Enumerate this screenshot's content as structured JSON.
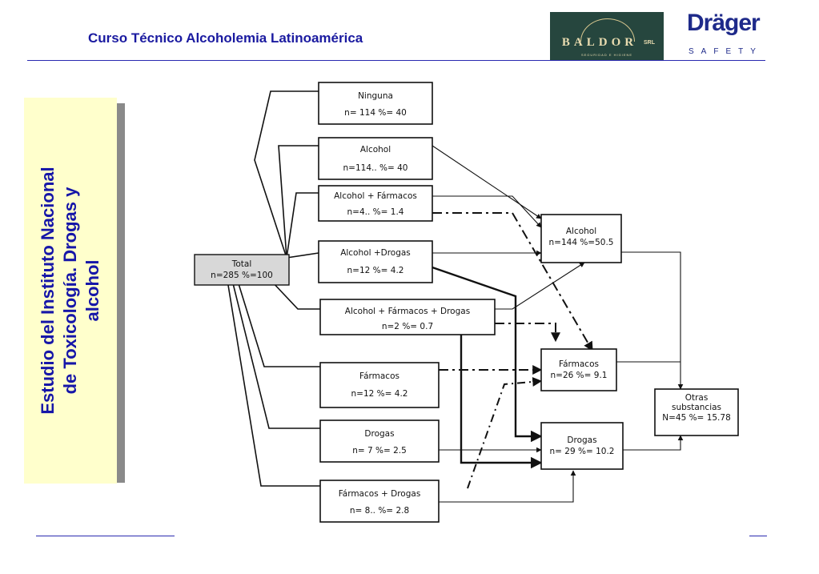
{
  "header": {
    "title": "Curso Técnico Alcoholemia Latinoamérica",
    "logo_baldor": {
      "name": "BALDOR",
      "suffix": "SRL",
      "tagline": "SEGURIDAD E HIGIENE"
    },
    "logo_drager": {
      "name": "Dräger",
      "tagline": "SAFETY"
    }
  },
  "sidebar": {
    "title_line1": "Estudio del Instituto Nacional",
    "title_line2": "de Toxicología. Drogas y",
    "title_line3": "alcohol"
  },
  "diagram": {
    "total": {
      "label": "Total",
      "stats": "n=285   %=100"
    },
    "sources": [
      {
        "label": "Ninguna",
        "stats": "n= 114   %= 40"
      },
      {
        "label": "Alcohol",
        "stats": "n=114..   %= 40"
      },
      {
        "label": "Alcohol + Fármacos",
        "stats": "n=4..   %= 1.4"
      },
      {
        "label": "Alcohol +Drogas",
        "stats": "n=12   %= 4.2"
      },
      {
        "label": "Alcohol + Fármacos + Drogas",
        "stats": "n=2   %= 0.7"
      },
      {
        "label": "Fármacos",
        "stats": "n=12   %= 4.2"
      },
      {
        "label": "Drogas",
        "stats": "n= 7   %= 2.5"
      },
      {
        "label": "Fármacos + Drogas",
        "stats": "n= 8..  %= 2.8"
      }
    ],
    "targets": {
      "alcohol": {
        "label": "Alcohol",
        "stats": "n=144  %=50.5"
      },
      "farmacos": {
        "label": "Fármacos",
        "stats": "n=26  %= 9.1"
      },
      "drogas": {
        "label": "Drogas",
        "stats": "n= 29    %= 10.2"
      },
      "otras": {
        "label1": "Otras",
        "label2": "substancias",
        "stats": "N=45 %= 15.78"
      }
    }
  },
  "colors": {
    "title": "#1a1aa0",
    "sidebar_bg": "#ffffcc",
    "sidebar_text": "#1616a8",
    "baldor_bg": "#26463e",
    "drager": "#1e2a8a"
  }
}
